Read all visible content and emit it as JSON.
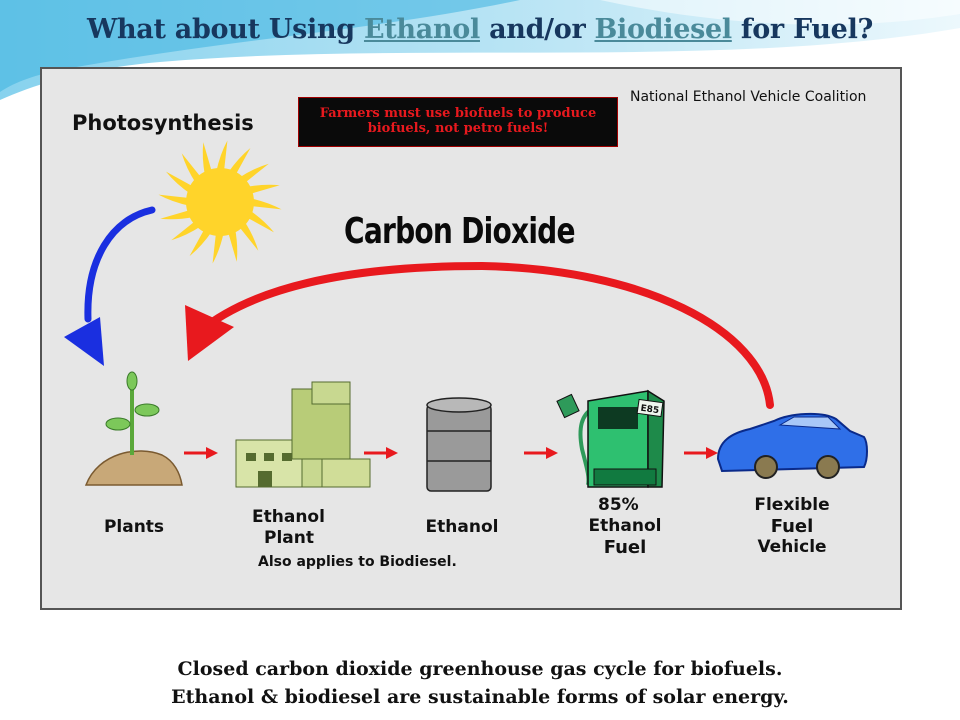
{
  "slide": {
    "title_prefix": "What about Using ",
    "title_ethanol": "Ethanol",
    "title_middle": " and/or ",
    "title_biodiesel": "Biodiesel",
    "title_suffix": " for Fuel?"
  },
  "diagram": {
    "credit": "National Ethanol Vehicle Coalition",
    "photosynthesis_label": "Photosynthesis",
    "farm_note_line1": "Farmers must use biofuels to produce",
    "farm_note_line2": "biofuels, not petro fuels!",
    "co2_label": "Carbon Dioxide",
    "stages": {
      "plants": "Plants",
      "ethanol_plant_line1": "Ethanol",
      "ethanol_plant_line2": "Plant",
      "ethanol": "Ethanol",
      "fuel_line1": "85%",
      "fuel_line2": "Ethanol",
      "fuel_line3": "Fuel",
      "vehicle_line1": "Flexible",
      "vehicle_line2": "Fuel",
      "vehicle_line3": "Vehicle"
    },
    "also_applies": "Also applies to Biodiesel.",
    "pump_sign": "E85",
    "colors": {
      "co2_arrow": "#e8191e",
      "photosynthesis_arrow": "#1a2fe0",
      "flow_arrow": "#e8191e",
      "sun": "#ffd42a",
      "car": "#2f6fe8"
    }
  },
  "caption": {
    "line1": "Closed carbon dioxide greenhouse gas cycle for biofuels.",
    "line2": "Ethanol & biodiesel are sustainable forms of solar energy."
  }
}
